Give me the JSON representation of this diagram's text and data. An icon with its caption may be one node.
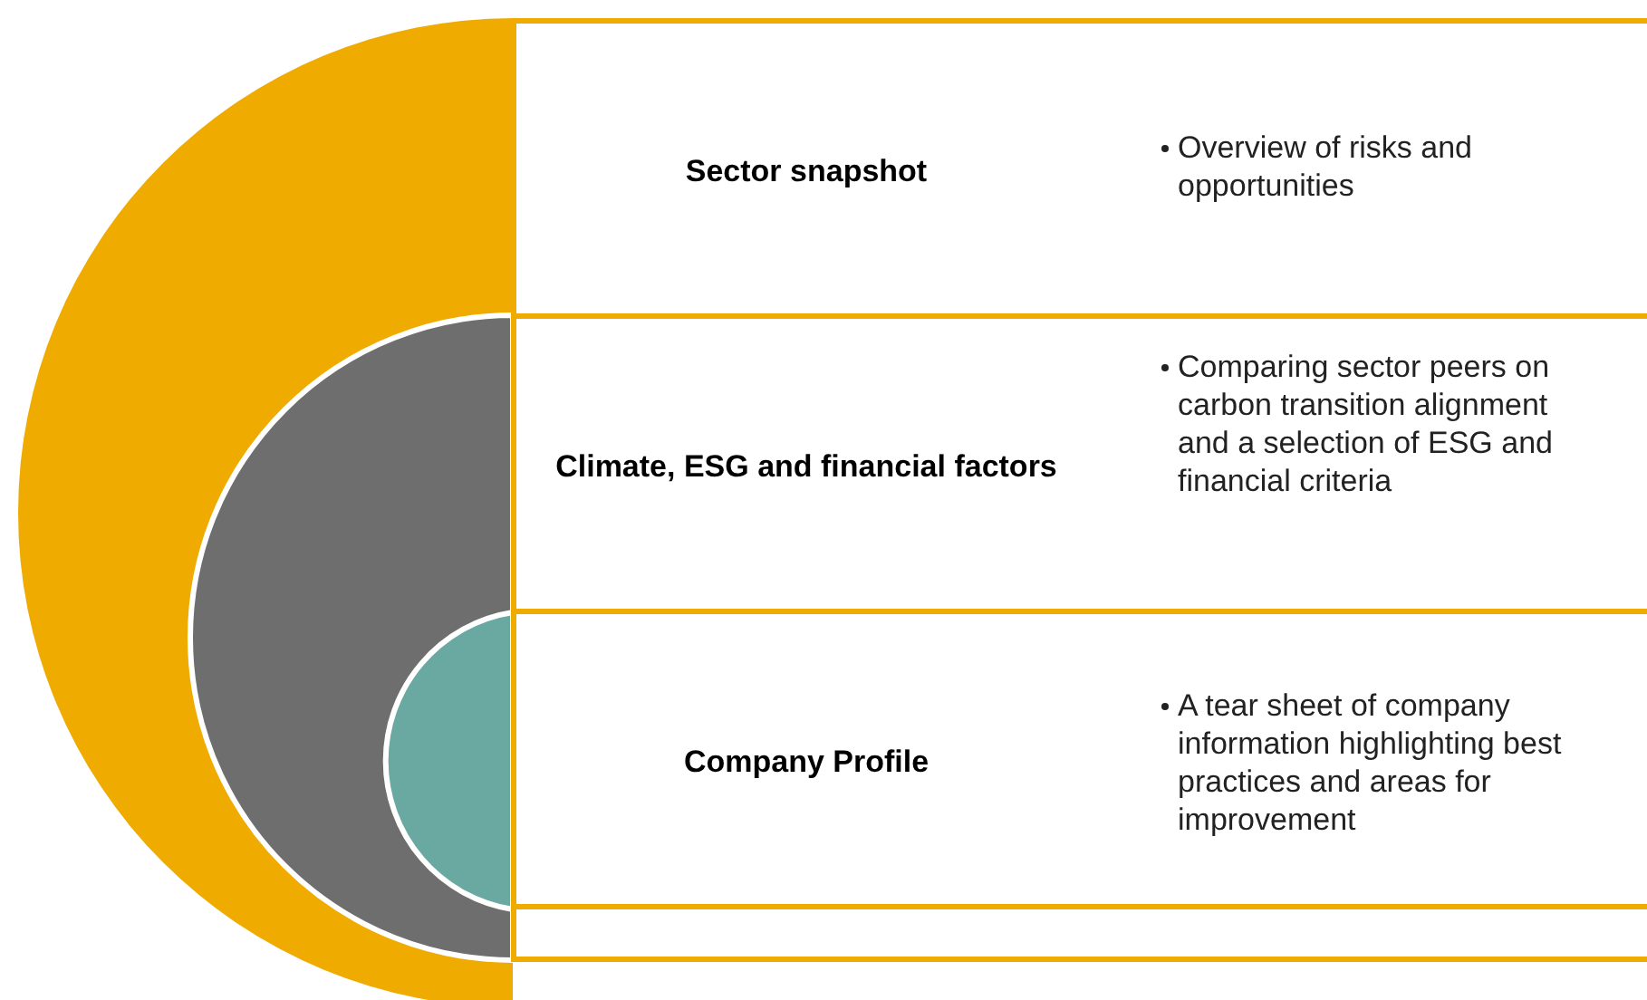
{
  "diagram": {
    "nodes": [
      {
        "text": [
          "Sector snapshot",
          "Overview of risks and opportunities"
        ]
      },
      {
        "text": [
          "Climate, ESG and financial factors",
          "Comparing sector peers on carbon transition alignment and a selection of ESG and financial criteria"
        ]
      },
      {
        "text": [
          "Company Profile",
          "A tear sheet of company information highlighting best practices and areas for improvement"
        ]
      }
    ]
  }
}
